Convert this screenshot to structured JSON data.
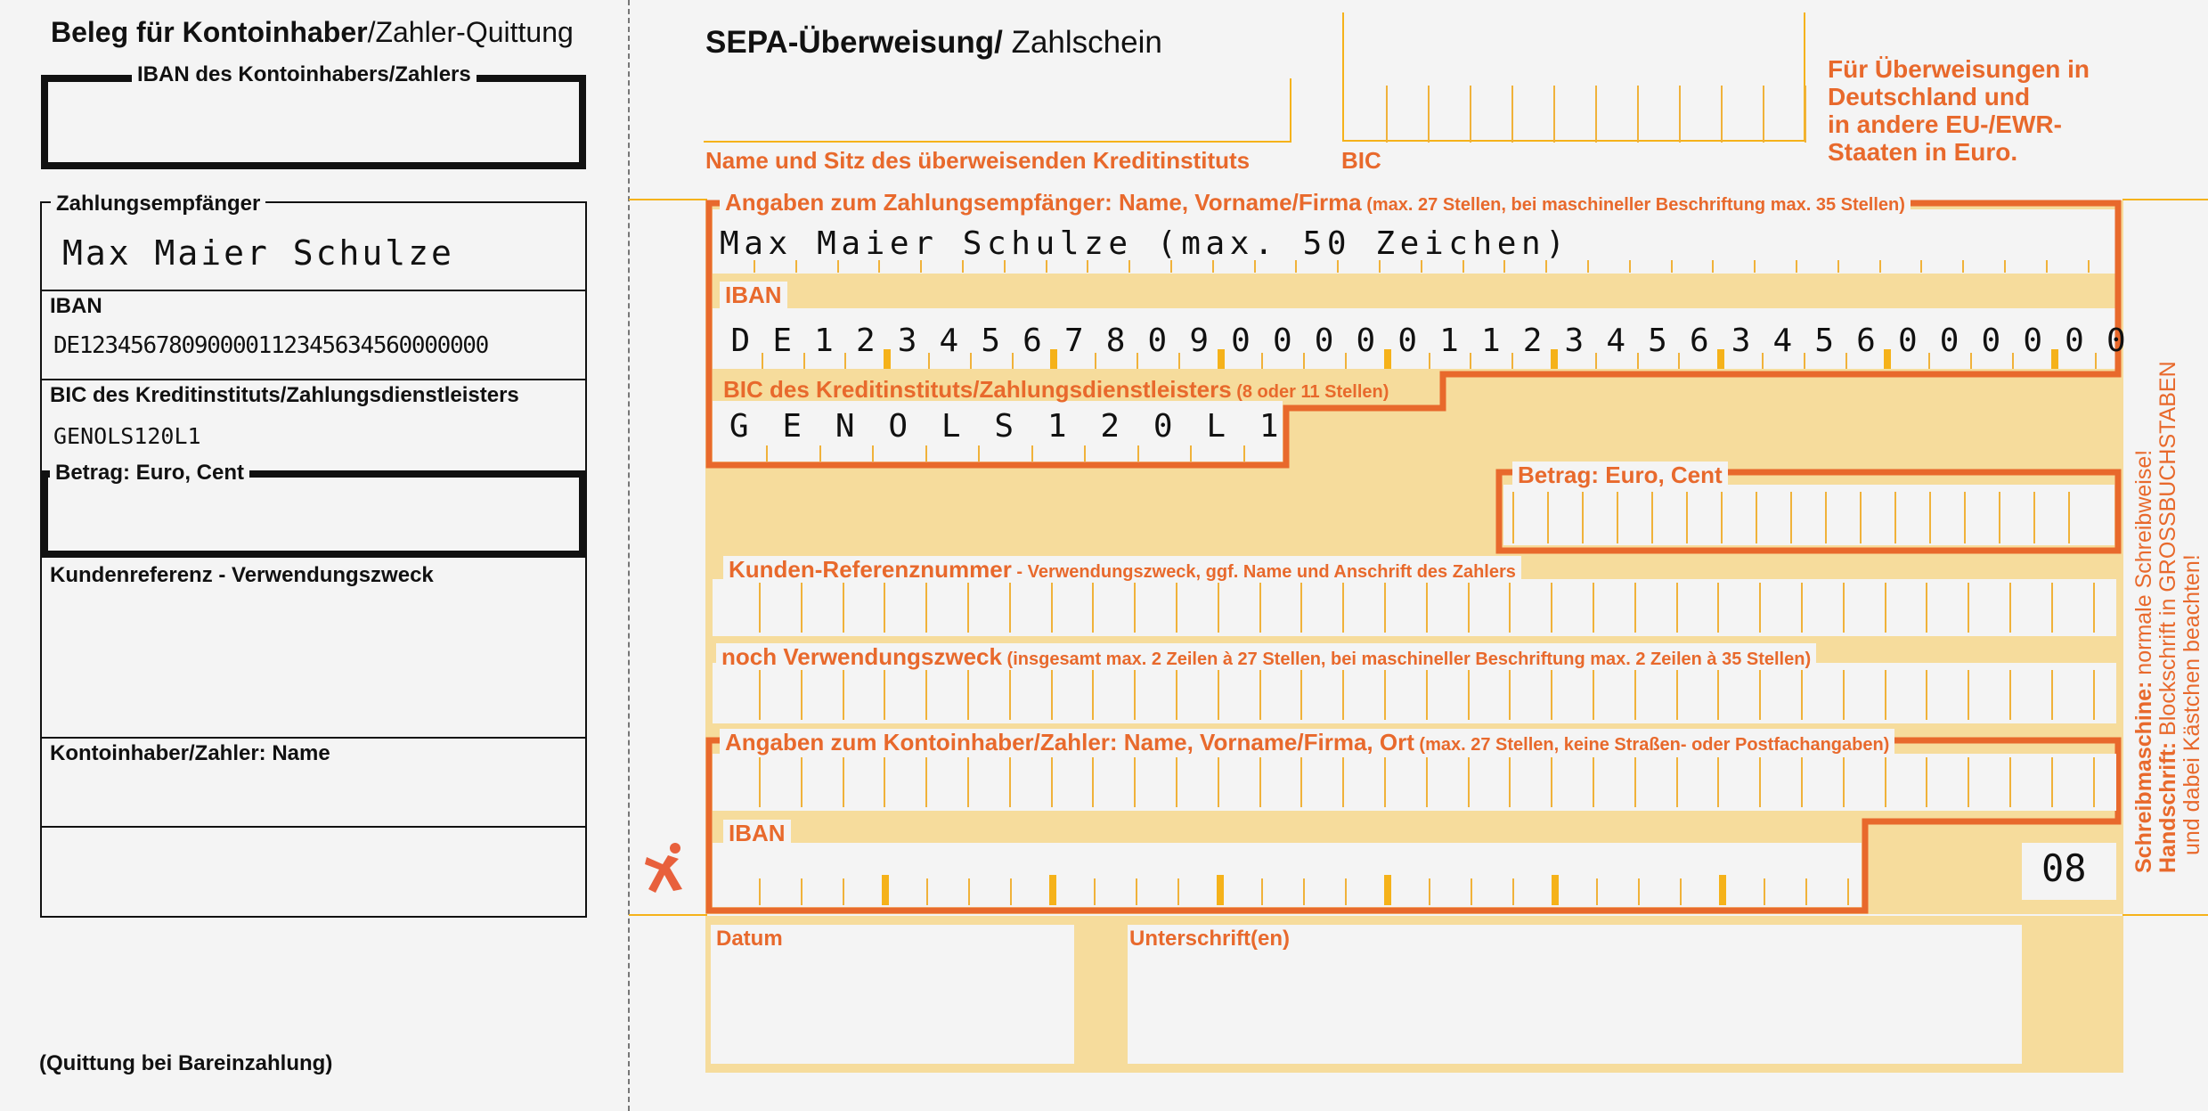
{
  "stub": {
    "title_bold": "Beleg für Kontoinhaber",
    "title_rest": "/Zahler-Quittung",
    "iban_payer_label": "IBAN des Kontoinhabers/Zahlers",
    "payee_label": "Zahlungsempfänger",
    "payee_value": "Max Maier Schulze",
    "iban_label": "IBAN",
    "iban_value": "DE12345678090000112345634560000000",
    "bic_label": "BIC des Kreditinstituts/Zahlungsdienstleisters",
    "bic_value": "GENOLS120L1",
    "amount_label": "Betrag: Euro, Cent",
    "reference_label": "Kundenreferenz - Verwendungszweck",
    "payer_name_label": "Kontoinhaber/Zahler: Name",
    "cash_note": "(Quittung bei Bareinzahlung)"
  },
  "form": {
    "title_bold": "SEPA-Überweisung/",
    "title_rest": " Zahlschein",
    "bank_label": "Name und Sitz des überweisenden Kreditinstituts",
    "bic_top_label": "BIC",
    "notice": [
      "Für Überweisungen in",
      "Deutschland und",
      "in andere EU-/EWR-",
      "Staaten in Euro."
    ],
    "payee_label_bold": "Angaben zum Zahlungsempfänger: Name, Vorname/Firma",
    "payee_label_small": " (max. 27 Stellen, bei maschineller Beschriftung max. 35 Stellen)",
    "payee_value": "Max Maier Schulze (max. 50 Zeichen)",
    "iban_label": "IBAN",
    "iban_chars": [
      "D",
      "E",
      "1",
      "2",
      "3",
      "4",
      "5",
      "6",
      "7",
      "8",
      "0",
      "9",
      "0",
      "0",
      "0",
      "0",
      "0",
      "1",
      "1",
      "2",
      "3",
      "4",
      "5",
      "6",
      "3",
      "4",
      "5",
      "6",
      "0",
      "0",
      "0",
      "0",
      "0",
      "0"
    ],
    "bic_label_bold": "BIC des Kreditinstituts/Zahlungsdienstleisters",
    "bic_label_small": " (8 oder 11 Stellen)",
    "bic_chars": [
      "G",
      "E",
      "N",
      "O",
      "L",
      "S",
      "1",
      "2",
      "0",
      "L",
      "1"
    ],
    "amount_label": "Betrag: Euro, Cent",
    "ref_label_bold": "Kunden-Referenznummer",
    "ref_label_small": " - Verwendungszweck, ggf. Name und Anschrift des Zahlers",
    "purpose_label_bold": "noch Verwendungszweck",
    "purpose_label_small": " (insgesamt max. 2 Zeilen à 27 Stellen, bei maschineller Beschriftung max. 2 Zeilen à 35 Stellen)",
    "payer_label_bold": "Angaben zum Kontoinhaber/Zahler: Name, Vorname/Firma, Ort",
    "payer_label_small": " (max. 27 Stellen, keine Straßen- oder Postfachangaben)",
    "payer_iban_label": "IBAN",
    "code_value": "08",
    "date_label": "Datum",
    "signature_label": "Unterschrift(en)",
    "side_line1_bold": "Schreibmaschine:",
    "side_line1_rest": " normale Schreibweise!",
    "side_line2_bold": "Handschrift:",
    "side_line2_rest": " Blockschrift in GROSSBUCHSTABEN",
    "side_line3": "und dabei Kästchen beachten!"
  },
  "colors": {
    "orange": "#e8692c",
    "band": "#f6dc9c",
    "tick": "#f0b23a",
    "line": "#f5b21a"
  }
}
